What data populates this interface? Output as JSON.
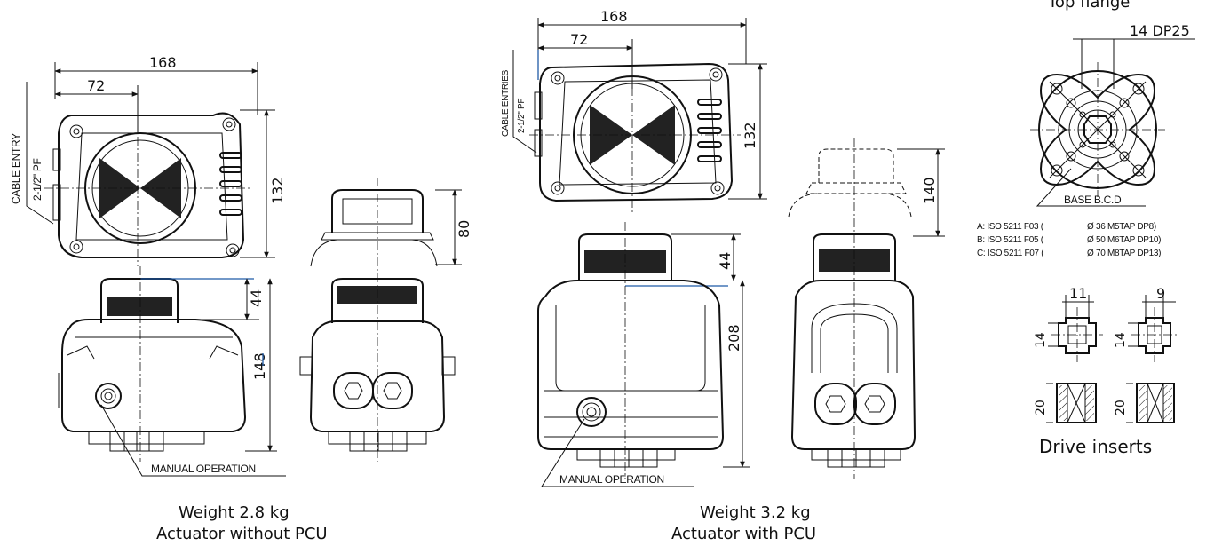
{
  "view1": {
    "dim_width": "168",
    "dim_offset": "72",
    "dim_depth": "132",
    "cable_entry_title": "CABLE ENTRY",
    "cable_entry_size": "2-1/2\" PF",
    "dim_handle_height": "80",
    "dim_handle": "44",
    "dim_height": "148",
    "manual_operation": "MANUAL OPERATION",
    "weight": "Weight 2.8 kg",
    "caption": "Actuator without PCU"
  },
  "view2": {
    "dim_width": "168",
    "dim_offset": "72",
    "dim_depth": "132",
    "cable_entries_title": "CABLE ENTRIES",
    "cable_entries_size": "2-1/2\" PF",
    "dim_handle_height": "140",
    "dim_handle": "44",
    "dim_height": "208",
    "manual_operation": "MANUAL OPERATION",
    "weight": "Weight 3.2 kg",
    "caption": "Actuator with PCU"
  },
  "flange": {
    "title": "Top flange",
    "dim_bore": "14 DP25",
    "base_bcd": "BASE B.C.D",
    "iso_lines": [
      {
        "label": "A: ISO 5211 F03 (",
        "spec": "Ø 36 M5TAP DP8)"
      },
      {
        "label": "B: ISO 5211 F05 (",
        "spec": "Ø 50 M6TAP DP10)"
      },
      {
        "label": "C: ISO 5211 F07 (",
        "spec": "Ø 70 M8TAP DP13)"
      }
    ]
  },
  "inserts": {
    "dim_a_width": "11",
    "dim_b_width": "9",
    "dim_a_square": "14",
    "dim_b_square": "14",
    "dim_a_length": "20",
    "dim_b_length": "20",
    "caption": "Drive inserts"
  }
}
